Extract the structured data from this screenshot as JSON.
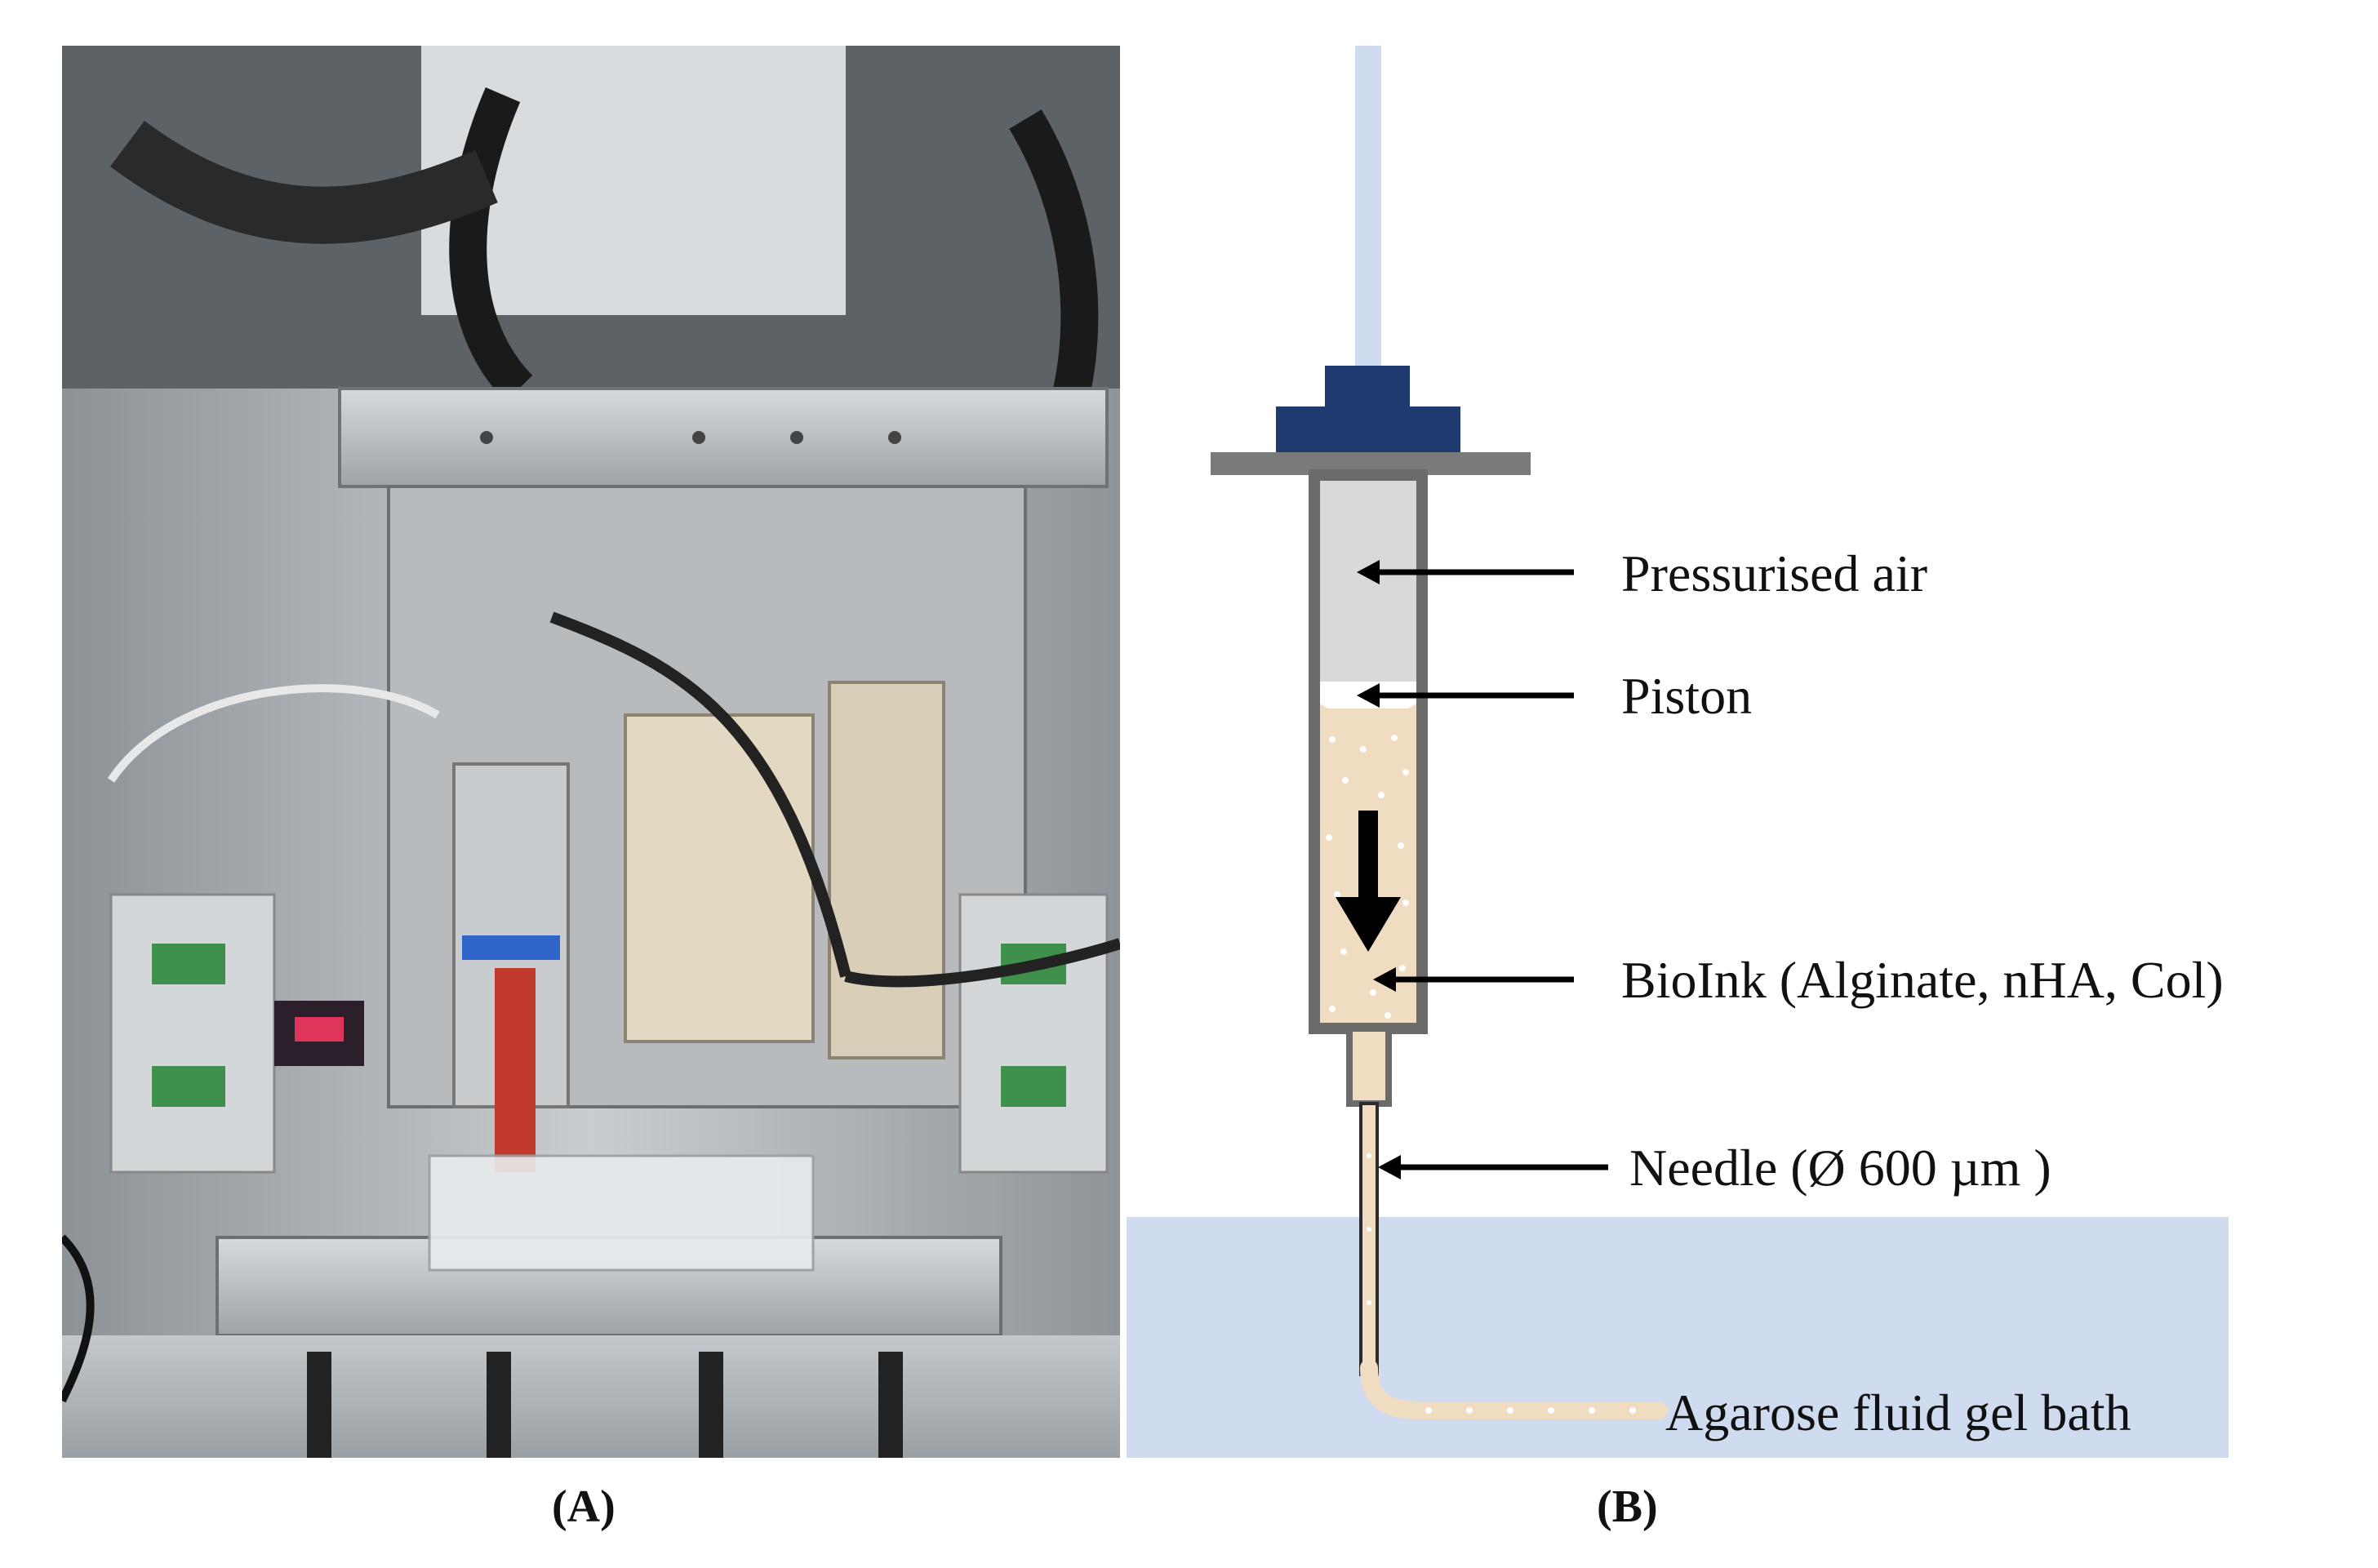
{
  "figure": {
    "panels": [
      {
        "id": "A",
        "label": "(A)"
      },
      {
        "id": "B",
        "label": "(B)"
      }
    ],
    "callouts": {
      "air": "Pressurised air",
      "piston": "Piston",
      "bioink": "BioInk (Alginate, nHA, Col)",
      "needle": "Needle (Ø 600 µm )",
      "bath": "Agarose fluid gel bath"
    },
    "colors": {
      "bath": "#cfdcf0",
      "cap": "#1e3a6e",
      "flange": "#7a7a7a",
      "barrel_outline": "#6b6b6b",
      "air_fill": "#d9d9d9",
      "bioink_fill": "#f0dcc0",
      "feed_line": "#cfdcf0"
    }
  }
}
